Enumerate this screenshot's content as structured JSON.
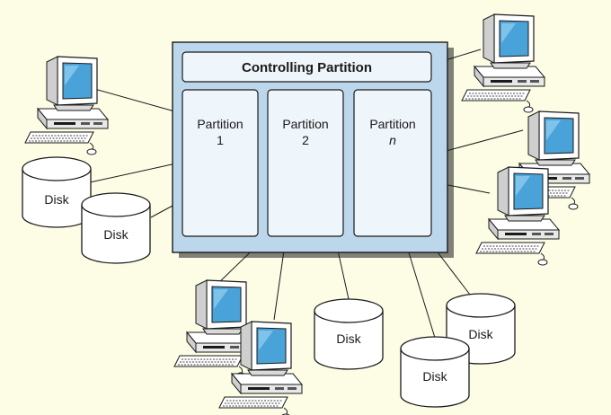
{
  "colors": {
    "background": "#fdfde6",
    "outer_frame": "#bcd7ec",
    "partition_fill": "#eef5fb",
    "screen": "#4aa3d8",
    "stroke": "#1a1a1a"
  },
  "diagram": {
    "controlling_partition": "Controlling Partition",
    "partitions": [
      {
        "label": "Partition",
        "number": "1"
      },
      {
        "label": "Partition",
        "number": "2"
      },
      {
        "label": "Partition",
        "number": "n"
      }
    ],
    "disk_label": "Disk"
  },
  "icons": {
    "computer": "desktop-computer-icon",
    "disk": "disk-cylinder-icon"
  }
}
